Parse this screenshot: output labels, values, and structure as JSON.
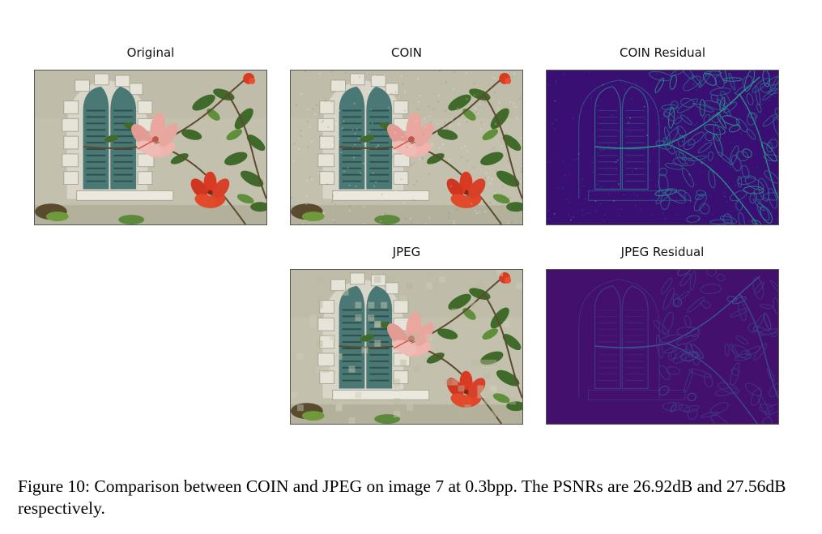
{
  "figure": {
    "panels": {
      "original": {
        "title": "Original"
      },
      "coin": {
        "title": "COIN"
      },
      "coin_residual": {
        "title": "COIN Residual"
      },
      "jpeg": {
        "title": "JPEG"
      },
      "jpeg_residual": {
        "title": "JPEG Residual"
      }
    },
    "caption": "Figure 10: Comparison between COIN and JPEG on image 7 at 0.3bpp. The PSNRs are 26.92dB and 27.56dB respectively."
  }
}
